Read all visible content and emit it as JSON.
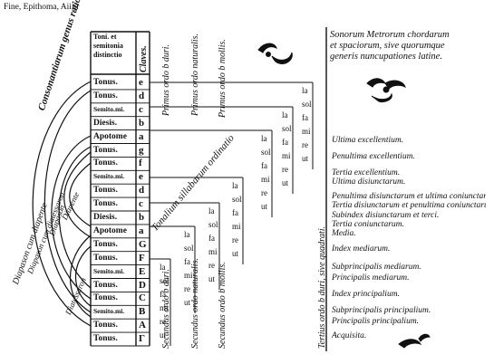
{
  "caption": "Fine, Epithoma, Aiiijr",
  "column_header": [
    "Toni. et",
    "semitonia",
    "distinctio"
  ],
  "intervals": [
    "Tonus.",
    "Tonus.",
    "Semito.mi.",
    "Diesis.",
    "Apotome",
    "Tonus.",
    "Tonus.",
    "Semito.mi.",
    "Tonus.",
    "Tonus.",
    "Diesis.",
    "Apotome",
    "Tonus.",
    "Tonus.",
    "Semito.mi.",
    "Tonus.",
    "Tonus.",
    "Semito.mi.",
    "Tonus.",
    "Tonus."
  ],
  "claves_header": "Claves.",
  "claves": [
    "e",
    "d",
    "c",
    "b",
    "a",
    "g",
    "f",
    "e",
    "d",
    "c",
    "b",
    "a",
    "G",
    "F",
    "E",
    "D",
    "C",
    "B",
    "A",
    "Γ"
  ],
  "hexachord_titles": [
    "Primus ordo b duri.",
    "Primus ordo naturalis.",
    "Primus ordo b mollis.",
    "Secundus ordo b duri.",
    "Secundus ordo naturalis.",
    "Secundus ordo b mollis.",
    "Tertius ordo b duri, sive quadrati."
  ],
  "syllables": {
    "col1": [
      "la",
      "sol",
      "fa",
      "mi",
      "re",
      "ut"
    ],
    "col2": [
      "la",
      "sol",
      "fa",
      "mi",
      "re",
      "ut"
    ],
    "col3": [
      "la",
      "sol",
      "fa",
      "mi",
      "re",
      "ut"
    ],
    "col4": [
      "la",
      "sol",
      "fa",
      "mi",
      "re",
      "ut"
    ],
    "col5": [
      "la",
      "sol",
      "fa",
      "mi",
      "re",
      "ut"
    ],
    "col6": [
      "la",
      "sol",
      "fa",
      "mi",
      "re",
      "ut"
    ],
    "col7": [
      "la",
      "sol",
      "fa",
      "mi",
      "re",
      "ut"
    ]
  },
  "curve_labels": [
    "Consonantiarum genus ratione",
    "Diapason cum diapente",
    "Diapason cum diatessaron",
    "Diapason",
    "Diapente",
    "Diatessaron"
  ],
  "tonal_label": "Tonalium sillabarum ordinatio",
  "tetrachord_header": [
    "Sonorum Metrorum chordarum",
    "et spaciorum, sive quorumque",
    "generis nuncupationes latine."
  ],
  "tetrachords": [
    "Ultima excellentium.",
    "Penultima excellentium.",
    "Tertia excellentium.",
    "Ultima disiunctarum.",
    "Penultima disiunctarum et ultima coniunctarum.",
    "Tertia disiunctarum et penultima coniunctarum.",
    "Subindex disiunctarum et terci.",
    "Tertia coniunctarum.",
    "Media.",
    "Index mediarum.",
    "Subprincipalis mediarum.",
    "Principalis mediarum.",
    "Index principalium.",
    "Subprincipalis principalium.",
    "Principalis principalium.",
    "Acquisita."
  ]
}
